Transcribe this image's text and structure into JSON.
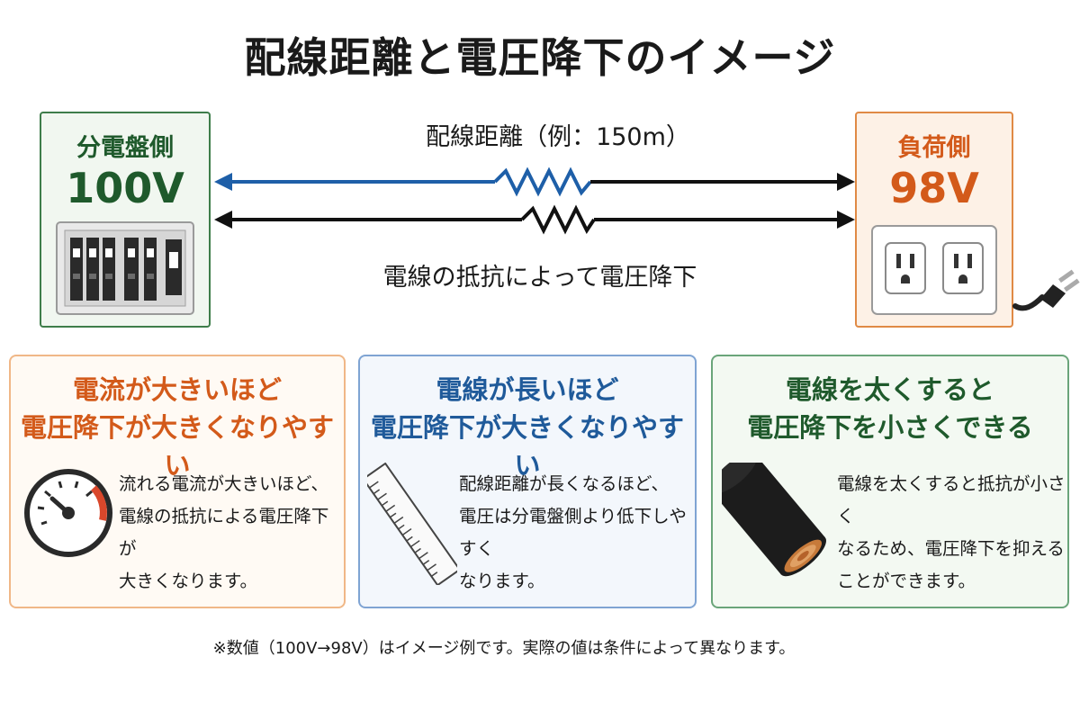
{
  "title": "配線距離と電圧降下のイメージ",
  "source_panel": {
    "label": "分電盤側",
    "voltage": "100V"
  },
  "load_panel": {
    "label": "負荷側",
    "voltage": "98V"
  },
  "wiring_distance_label": "配線距離（例：150m）",
  "resistance_label": "電線の抵抗によって電圧降下",
  "cards": [
    {
      "title_line1": "電流が大きいほど",
      "title_line2": "電圧降下が大きくなりやすい",
      "body": [
        "流れる電流が大きいほど、",
        "電線の抵抗による電圧降下が",
        "大きくなります。"
      ],
      "icon": "gauge-icon"
    },
    {
      "title_line1": "電線が長いほど",
      "title_line2": "電圧降下が大きくなりやすい",
      "body": [
        "配線距離が長くなるほど、",
        "電圧は分電盤側より低下しやすく",
        "なります。"
      ],
      "icon": "ruler-icon"
    },
    {
      "title_line1": "電線を太くすると",
      "title_line2": "電圧降下を小さくできる",
      "body": [
        "電線を太くすると抵抗が小さく",
        "なるため、電圧降下を抑える",
        "ことができます。"
      ],
      "icon": "thick-cable-icon"
    }
  ],
  "note": "※数値（100V→98V）はイメージ例です。実際の値は条件によって異なります。",
  "colors": {
    "green": "#1f5a2c",
    "orange": "#d35a1a",
    "blue": "#1f5a9a",
    "wire_blue": "#1e5fa8",
    "wire_black": "#111111"
  }
}
